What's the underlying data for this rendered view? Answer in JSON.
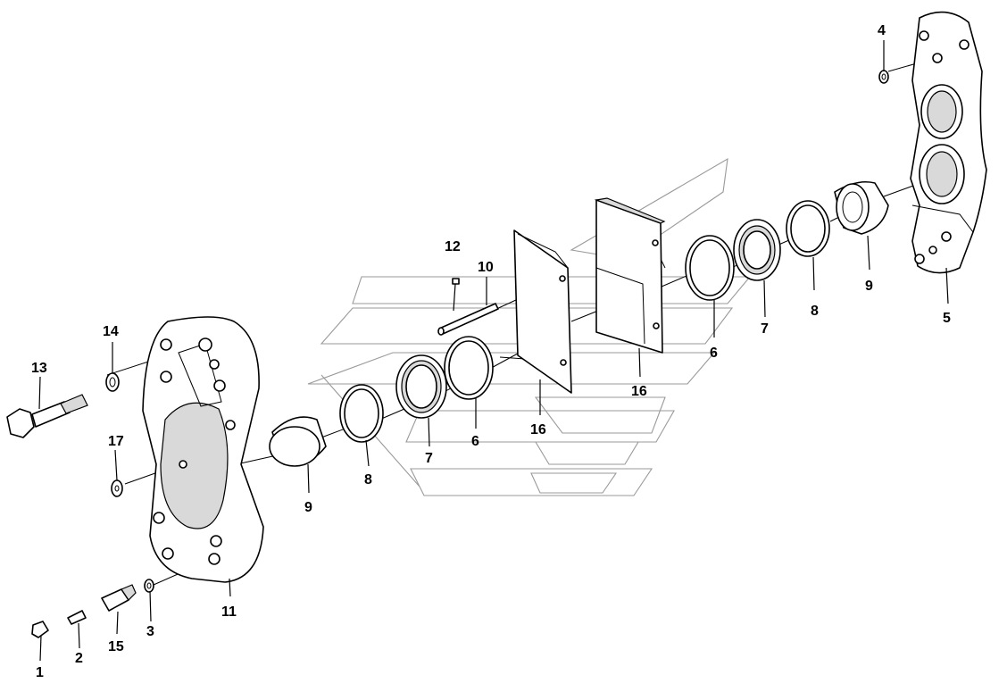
{
  "diagram": {
    "callouts": {
      "c1": "1",
      "c2": "2",
      "c3": "3",
      "c4": "4",
      "c5": "5",
      "c6a": "6",
      "c6b": "6",
      "c7a": "7",
      "c7b": "7",
      "c8a": "8",
      "c8b": "8",
      "c9a": "9",
      "c9b": "9",
      "c10": "10",
      "c11": "11",
      "c12": "12",
      "c13": "13",
      "c14": "14",
      "c15": "15",
      "c16a": "16",
      "c16b": "16",
      "c17": "17"
    },
    "colors": {
      "line": "#000000",
      "watermark": "#9a9a9a",
      "background": "#ffffff"
    }
  }
}
